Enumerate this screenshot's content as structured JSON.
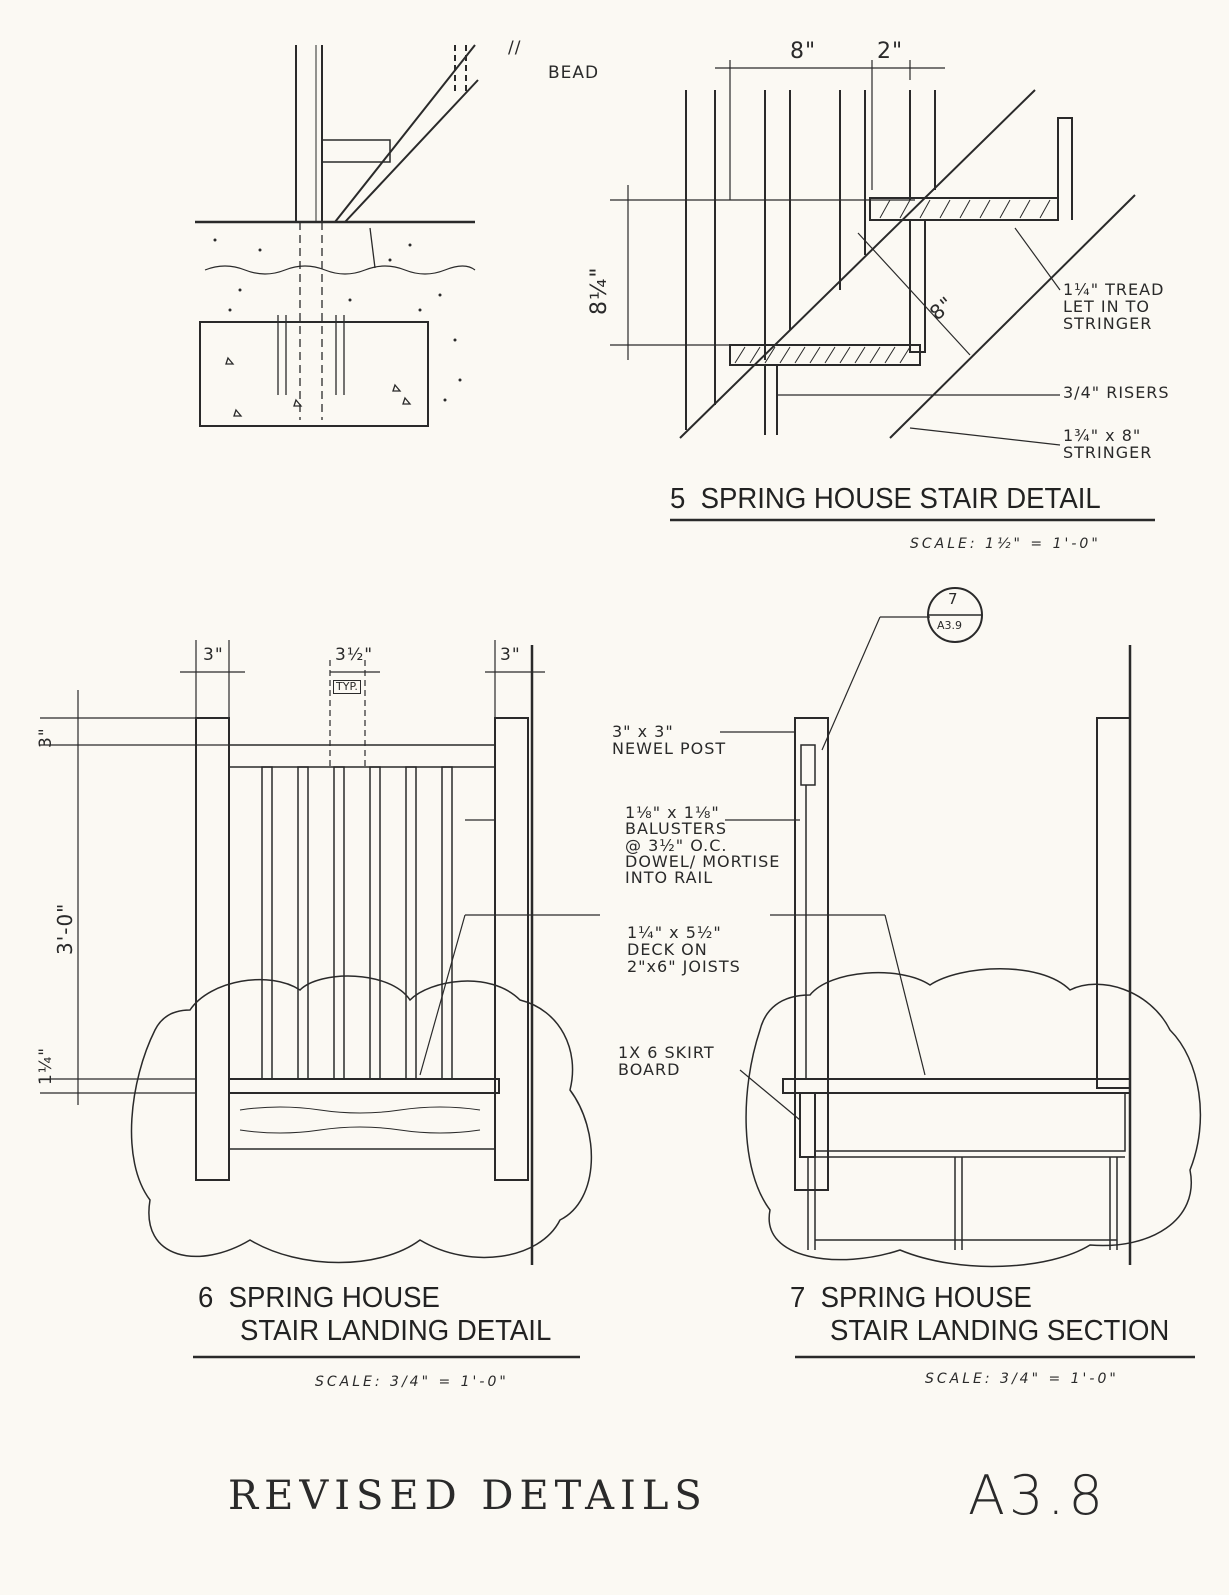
{
  "sheet": {
    "number": "A3.8",
    "footer_title": "REVISED DETAILS"
  },
  "top_detail": {
    "label_bead": "BEAD",
    "break_mark": "//"
  },
  "detail5": {
    "title": "5  SPRING HOUSE STAIR DETAIL",
    "scale": "SCALE: 1½\" = 1'-0\"",
    "dims": {
      "run": "8\"",
      "nosing": "2\"",
      "rise": "8¼\"",
      "stringer_depth": "8\""
    },
    "notes": {
      "tread": "1¼\" TREAD\nLET IN TO\nSTRINGER",
      "risers": "3/4\" RISERS",
      "stringer": "1¾\" x 8\"\nSTRINGER"
    }
  },
  "detail6": {
    "title_line1": "6  SPRING HOUSE",
    "title_line2": "STAIR LANDING DETAIL",
    "scale": "SCALE: 3/4\" = 1'-0\"",
    "dims": {
      "post_left": "3\"",
      "baluster_spacing": "3½\"",
      "typ": "TYP.",
      "post_right": "3\"",
      "rail": "3\"",
      "height": "3'-0\"",
      "deck": "1¼\""
    }
  },
  "shared_notes": {
    "newel": "3\" x 3\"\nNEWEL POST",
    "balusters": "1⅛\" x 1⅛\"\nBALUSTERS\n@ 3½\" O.C.\nDOWEL/ MORTISE\nINTO RAIL",
    "deck": "1¼\" x 5½\"\nDECK ON\n2\"x6\" JOISTS",
    "skirt": "1X 6 SKIRT\nBOARD"
  },
  "detail7": {
    "title_line1": "7  SPRING HOUSE",
    "title_line2": "STAIR LANDING SECTION",
    "scale": "SCALE: 3/4\" = 1'-0\"",
    "callout": {
      "detail": "7",
      "sheet": "A3.9"
    }
  }
}
